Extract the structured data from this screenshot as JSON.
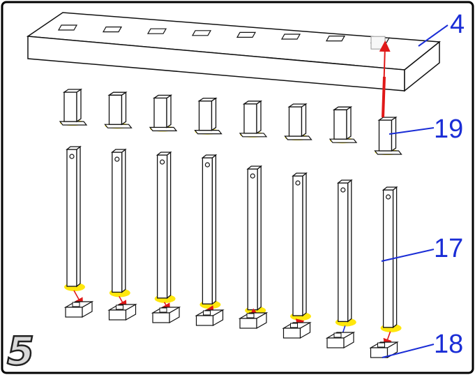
{
  "step_number": "5",
  "callouts": {
    "beam": "4",
    "sleeve": "19",
    "post": "17",
    "foot": "18"
  },
  "colors": {
    "outline": "#111111",
    "glue_highlight": "#ffe600",
    "arrow_red": "#e01818",
    "callout_blue": "#1a2dd6",
    "frame": "#000000"
  },
  "counts": {
    "beam_slots": 8,
    "sleeves": 8,
    "posts": 8,
    "feet": 8
  }
}
